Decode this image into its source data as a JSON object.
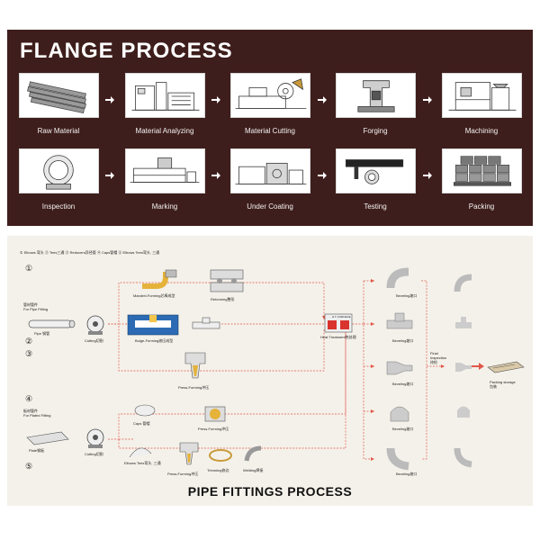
{
  "flange": {
    "title": "FLANGE PROCESS",
    "steps": [
      {
        "label": "Raw Material",
        "icon": "raw-material-icon"
      },
      {
        "label": "Material Analyzing",
        "icon": "analyzer-machine-icon"
      },
      {
        "label": "Material Cutting",
        "icon": "cutting-machine-icon"
      },
      {
        "label": "Forging",
        "icon": "forging-press-icon"
      },
      {
        "label": "Machining",
        "icon": "machining-center-icon"
      },
      {
        "label": "Inspection",
        "icon": "flange-ring-icon"
      },
      {
        "label": "Marking",
        "icon": "marking-machine-icon"
      },
      {
        "label": "Under Coating",
        "icon": "coating-machine-icon"
      },
      {
        "label": "Testing",
        "icon": "testing-gauge-icon"
      },
      {
        "label": "Packing",
        "icon": "pallet-crates-icon"
      }
    ]
  },
  "pipe": {
    "title": "PIPE FITTINGS PROCESS",
    "legend": "① Elbows 弯头   ② Tees三通   ③ Reducers异径管   ④ Caps管帽   ⑤ Elbows Tees弯头, 三通",
    "markers": [
      "①",
      "②",
      "③",
      "④",
      "⑤"
    ],
    "labels": {
      "pipe_fitting": "管材管件\nFor Pipe Fitting",
      "pipe": "Pipe 钢管",
      "cutting_top": "Cutting切割",
      "mandrel": "Mandrel-Forming芯棒成型",
      "reforming": "Reforming整形",
      "bulge": "Bulge-Forming液压成型",
      "press_top": "Press-Forming冲压",
      "heat": "Heat Treatment热处理",
      "plated_fitting": "板材管件\nFor Plated Fitting",
      "plate": "Plate钢板",
      "cutting_bottom": "Cutting切割",
      "caps": "Caps 管帽",
      "press_mid": "Press-Forming冲压",
      "elbows_tees": "Elbows Tees弯头, 三通",
      "press_bottom": "Press-Forming冲压",
      "trimming": "Trimming修边",
      "welding": "Welding焊接",
      "beveling": "Beveling坡口",
      "final_inspection": "Final\nInspection\n终检",
      "packing_storage": "Packing storage\n包装",
      "furnace_tag": "H.T. FURNACE"
    }
  }
}
